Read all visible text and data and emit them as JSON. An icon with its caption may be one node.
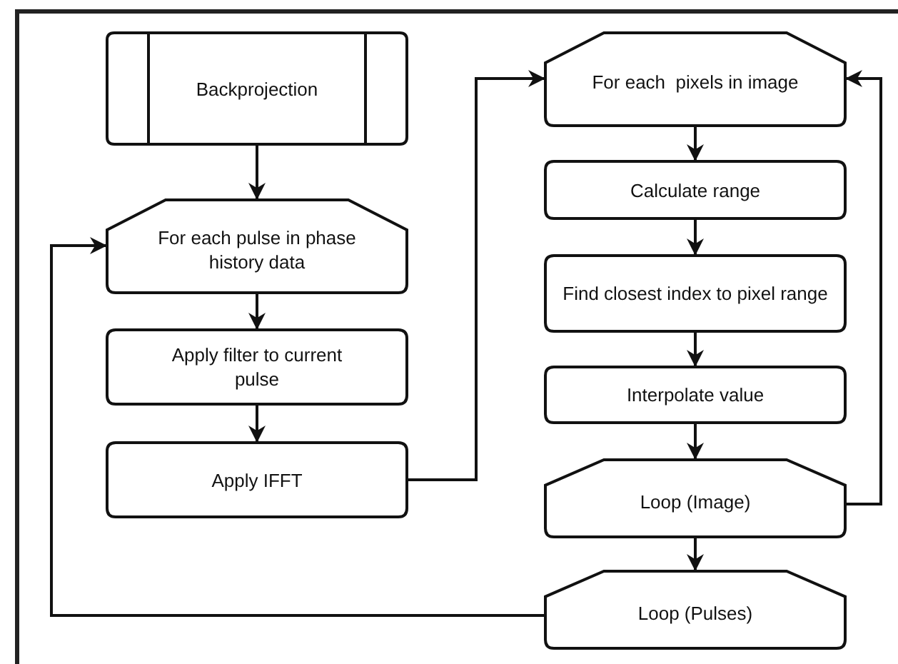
{
  "diagram": {
    "nodes": [
      {
        "text": [
          "Backprojection"
        ]
      },
      {
        "text": [
          "For each pulse in phase history data"
        ]
      },
      {
        "text": [
          "Apply filter to current pulse"
        ]
      },
      {
        "text": [
          "Apply IFFT"
        ]
      },
      {
        "text": [
          "For each  pixels in image"
        ]
      },
      {
        "text": [
          "Calculate range"
        ]
      },
      {
        "text": [
          "Find closest index to pixel range"
        ]
      },
      {
        "text": [
          "Interpolate value"
        ]
      },
      {
        "text": [
          "Loop (Image)"
        ]
      },
      {
        "text": [
          "Loop (Pulses)"
        ]
      }
    ],
    "edges": [
      {
        "from": 0,
        "to": 1,
        "arrow": "to"
      },
      {
        "from": 1,
        "to": 2,
        "arrow": "to"
      },
      {
        "from": 2,
        "to": 3,
        "arrow": "to"
      },
      {
        "from": 3,
        "to": 4,
        "arrow": "to"
      },
      {
        "from": 4,
        "to": 5,
        "arrow": "to"
      },
      {
        "from": 5,
        "to": 6,
        "arrow": "to"
      },
      {
        "from": 6,
        "to": 7,
        "arrow": "to"
      },
      {
        "from": 7,
        "to": 8,
        "arrow": "to"
      },
      {
        "from": 8,
        "to": 9,
        "arrow": "to"
      },
      {
        "from": 8,
        "to": 4,
        "arrow": "to"
      },
      {
        "from": 9,
        "to": 1,
        "arrow": "to"
      }
    ]
  }
}
